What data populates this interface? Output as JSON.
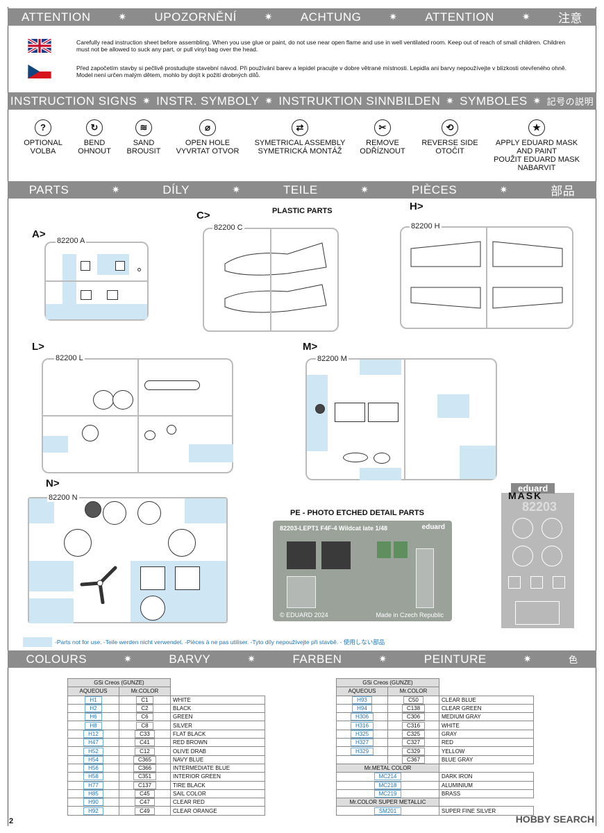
{
  "attention_header": [
    "ATTENTION",
    "UPOZORNĚNÍ",
    "ACHTUNG",
    "ATTENTION",
    "注意"
  ],
  "warnings": {
    "en": "Carefully read instruction sheet before assembling. When you use glue or paint, do not use near open flame and use in well ventilated room. Keep out of reach of small children. Children must not be allowed to suck any part, or pull vinyl bag over the head.",
    "cz": "Před započetím stavby si pečlivě prostudujte stavební návod. Při používání barev a lepidel pracujte v dobre větrané místnosti. Lepidla ani barvy nepoužívejte v blízkosti otevřeného ohně. Model není určen malým dětem, mohlo by dojít k požití drobných dílů."
  },
  "signs_header": [
    "INSTRUCTION SIGNS",
    "INSTR. SYMBOLY",
    "INSTRUKTION SINNBILDEN",
    "SYMBOLES",
    "記号の説明"
  ],
  "signs": [
    {
      "icon": "question-icon",
      "glyph": "?",
      "lines": [
        "OPTIONAL",
        "VOLBA"
      ]
    },
    {
      "icon": "bend-icon",
      "glyph": "↻",
      "lines": [
        "BEND",
        "OHNOUT"
      ]
    },
    {
      "icon": "sand-icon",
      "glyph": "≋",
      "lines": [
        "SAND",
        "BROUSIT"
      ]
    },
    {
      "icon": "drill-icon",
      "glyph": "⌀",
      "lines": [
        "OPEN HOLE",
        "VYVRTAT OTVOR"
      ]
    },
    {
      "icon": "symmetrical-icon",
      "glyph": "⇄",
      "lines": [
        "SYMETRICAL ASSEMBLY",
        "SYMETRICKÁ MONTÁŽ"
      ]
    },
    {
      "icon": "remove-icon",
      "glyph": "✂",
      "lines": [
        "REMOVE",
        "ODŘÍZNOUT"
      ]
    },
    {
      "icon": "reverse-side-icon",
      "glyph": "⟲",
      "lines": [
        "REVERSE SIDE",
        "OTOČIT"
      ]
    },
    {
      "icon": "mask-icon",
      "glyph": "★",
      "lines": [
        "APPLY EDUARD MASK",
        "AND PAINT",
        "POUŽIT EDUARD MASK",
        "NABARVIT"
      ]
    }
  ],
  "parts_header": [
    "PARTS",
    "DÍLY",
    "TEILE",
    "PIÈCES",
    "部品"
  ],
  "plastic_parts_title": "PLASTIC PARTS",
  "sprues": {
    "a": {
      "label": "A>",
      "code": "82200 A"
    },
    "c": {
      "label": "C>",
      "code": "82200 C"
    },
    "h": {
      "label": "H>",
      "code": "82200 H"
    },
    "l": {
      "label": "L>",
      "code": "82200 L"
    },
    "m": {
      "label": "M>",
      "code": "82200 M"
    },
    "n": {
      "label": "N>",
      "code": "82200 N"
    }
  },
  "pe": {
    "title": "PE - PHOTO ETCHED DETAIL PARTS",
    "fret_code": "82203-LEPT1  F4F-4 Wildcat late   1/48",
    "brand": "eduard",
    "copyright": "© EDUARD 2024",
    "made_in": "Made in Czech Republic"
  },
  "mask": {
    "brand": "eduard",
    "word": "MASK",
    "code": "82203"
  },
  "not_for_use_note": "-Parts not for use. -Teile werden nicht verwendet. -Pièces à ne pas utiliser. -Tyto díly nepoužívejte při stavbě. -   使用しない部品",
  "colours_header": [
    "COLOURS",
    "BARVY",
    "FARBEN",
    "PEINTURE",
    "色"
  ],
  "paint_table_left": {
    "brand": "GSi Creos (GUNZE)",
    "col_aqueous": "AQUEOUS",
    "col_mr": "Mr.COLOR",
    "rows": [
      [
        "H1",
        "C1",
        "WHITE"
      ],
      [
        "H2",
        "C2",
        "BLACK"
      ],
      [
        "H6",
        "C6",
        "GREEN"
      ],
      [
        "H8",
        "C8",
        "SILVER"
      ],
      [
        "H12",
        "C33",
        "FLAT BLACK"
      ],
      [
        "H47",
        "C41",
        "RED BROWN"
      ],
      [
        "H52",
        "C12",
        "OLIVE DRAB"
      ],
      [
        "H54",
        "C365",
        "NAVY BLUE"
      ],
      [
        "H56",
        "C366",
        "INTERMEDIATE BLUE"
      ],
      [
        "H58",
        "C351",
        "INTERIOR GREEN"
      ],
      [
        "H77",
        "C137",
        "TIRE BLACK"
      ],
      [
        "H85",
        "C45",
        "SAIL COLOR"
      ],
      [
        "H90",
        "C47",
        "CLEAR RED"
      ],
      [
        "H92",
        "C49",
        "CLEAR ORANGE"
      ]
    ]
  },
  "paint_table_right": {
    "brand": "GSi Creos (GUNZE)",
    "col_aqueous": "AQUEOUS",
    "col_mr": "Mr.COLOR",
    "rows": [
      [
        "H93",
        "C50",
        "CLEAR BLUE"
      ],
      [
        "H94",
        "C138",
        "CLEAR GREEN"
      ],
      [
        "H306",
        "C306",
        "MEDIUM GRAY"
      ],
      [
        "H316",
        "C316",
        "WHITE"
      ],
      [
        "H325",
        "C325",
        "GRAY"
      ],
      [
        "H327",
        "C327",
        "RED"
      ],
      [
        "H329",
        "C329",
        "YELLOW"
      ],
      [
        "",
        "C367",
        "BLUE GRAY"
      ]
    ],
    "metal_header": "Mr.METAL COLOR",
    "metal_rows": [
      [
        "MC214",
        "DARK IRON"
      ],
      [
        "MC218",
        "ALUMINIUM"
      ],
      [
        "MC219",
        "BRASS"
      ]
    ],
    "super_header": "Mr.COLOR SUPER METALLIC",
    "super_rows": [
      [
        "SM201",
        "SUPER FINE SILVER"
      ]
    ]
  },
  "page_number": "2",
  "watermark": "HOBBY SEARCH",
  "colors": {
    "band": "#8c8c8c",
    "unused_parts": "#cfe6f5",
    "code_blue": "#1e73b8"
  }
}
